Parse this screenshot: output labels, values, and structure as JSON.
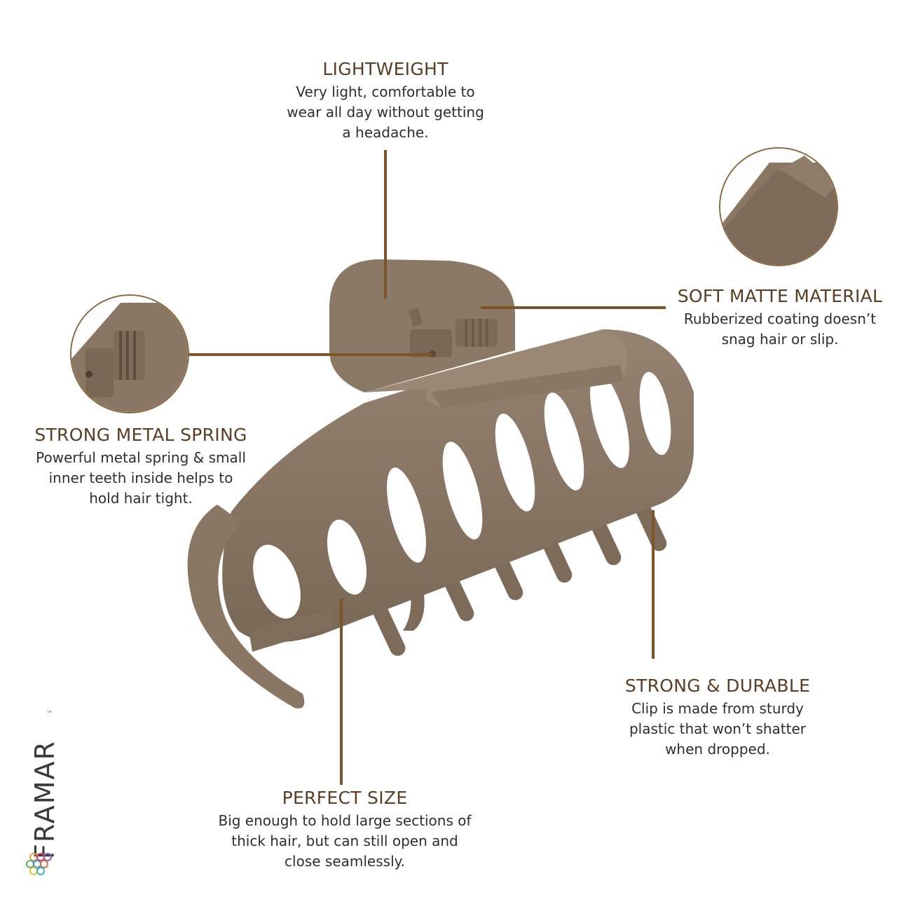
{
  "colors": {
    "accent": "#5a3d22",
    "lead_line": "#7b5527",
    "clip": "#8a7763"
  },
  "callouts": {
    "lightweight": {
      "title": "LIGHTWEIGHT",
      "body": [
        "Very light, comfortable to",
        "wear all day without getting",
        "a headache."
      ]
    },
    "soft_matte": {
      "title": "SOFT MATTE MATERIAL",
      "body": [
        "Rubberized coating doesn’t",
        "snag hair or slip."
      ]
    },
    "metal_spring": {
      "title": "STRONG METAL SPRING",
      "body": [
        "Powerful metal spring & small",
        "inner teeth inside helps to",
        "hold hair tight."
      ]
    },
    "durable": {
      "title": "STRONG & DURABLE",
      "body": [
        "Clip is made from sturdy",
        "plastic that won’t shatter",
        "when dropped."
      ]
    },
    "perfect_size": {
      "title": "PERFECT SIZE",
      "body": [
        "Big enough to hold large sections of",
        "thick hair, but can still open and",
        "close seamlessly."
      ]
    }
  },
  "brand": {
    "name": "FRAMAR",
    "trademark": "™"
  }
}
